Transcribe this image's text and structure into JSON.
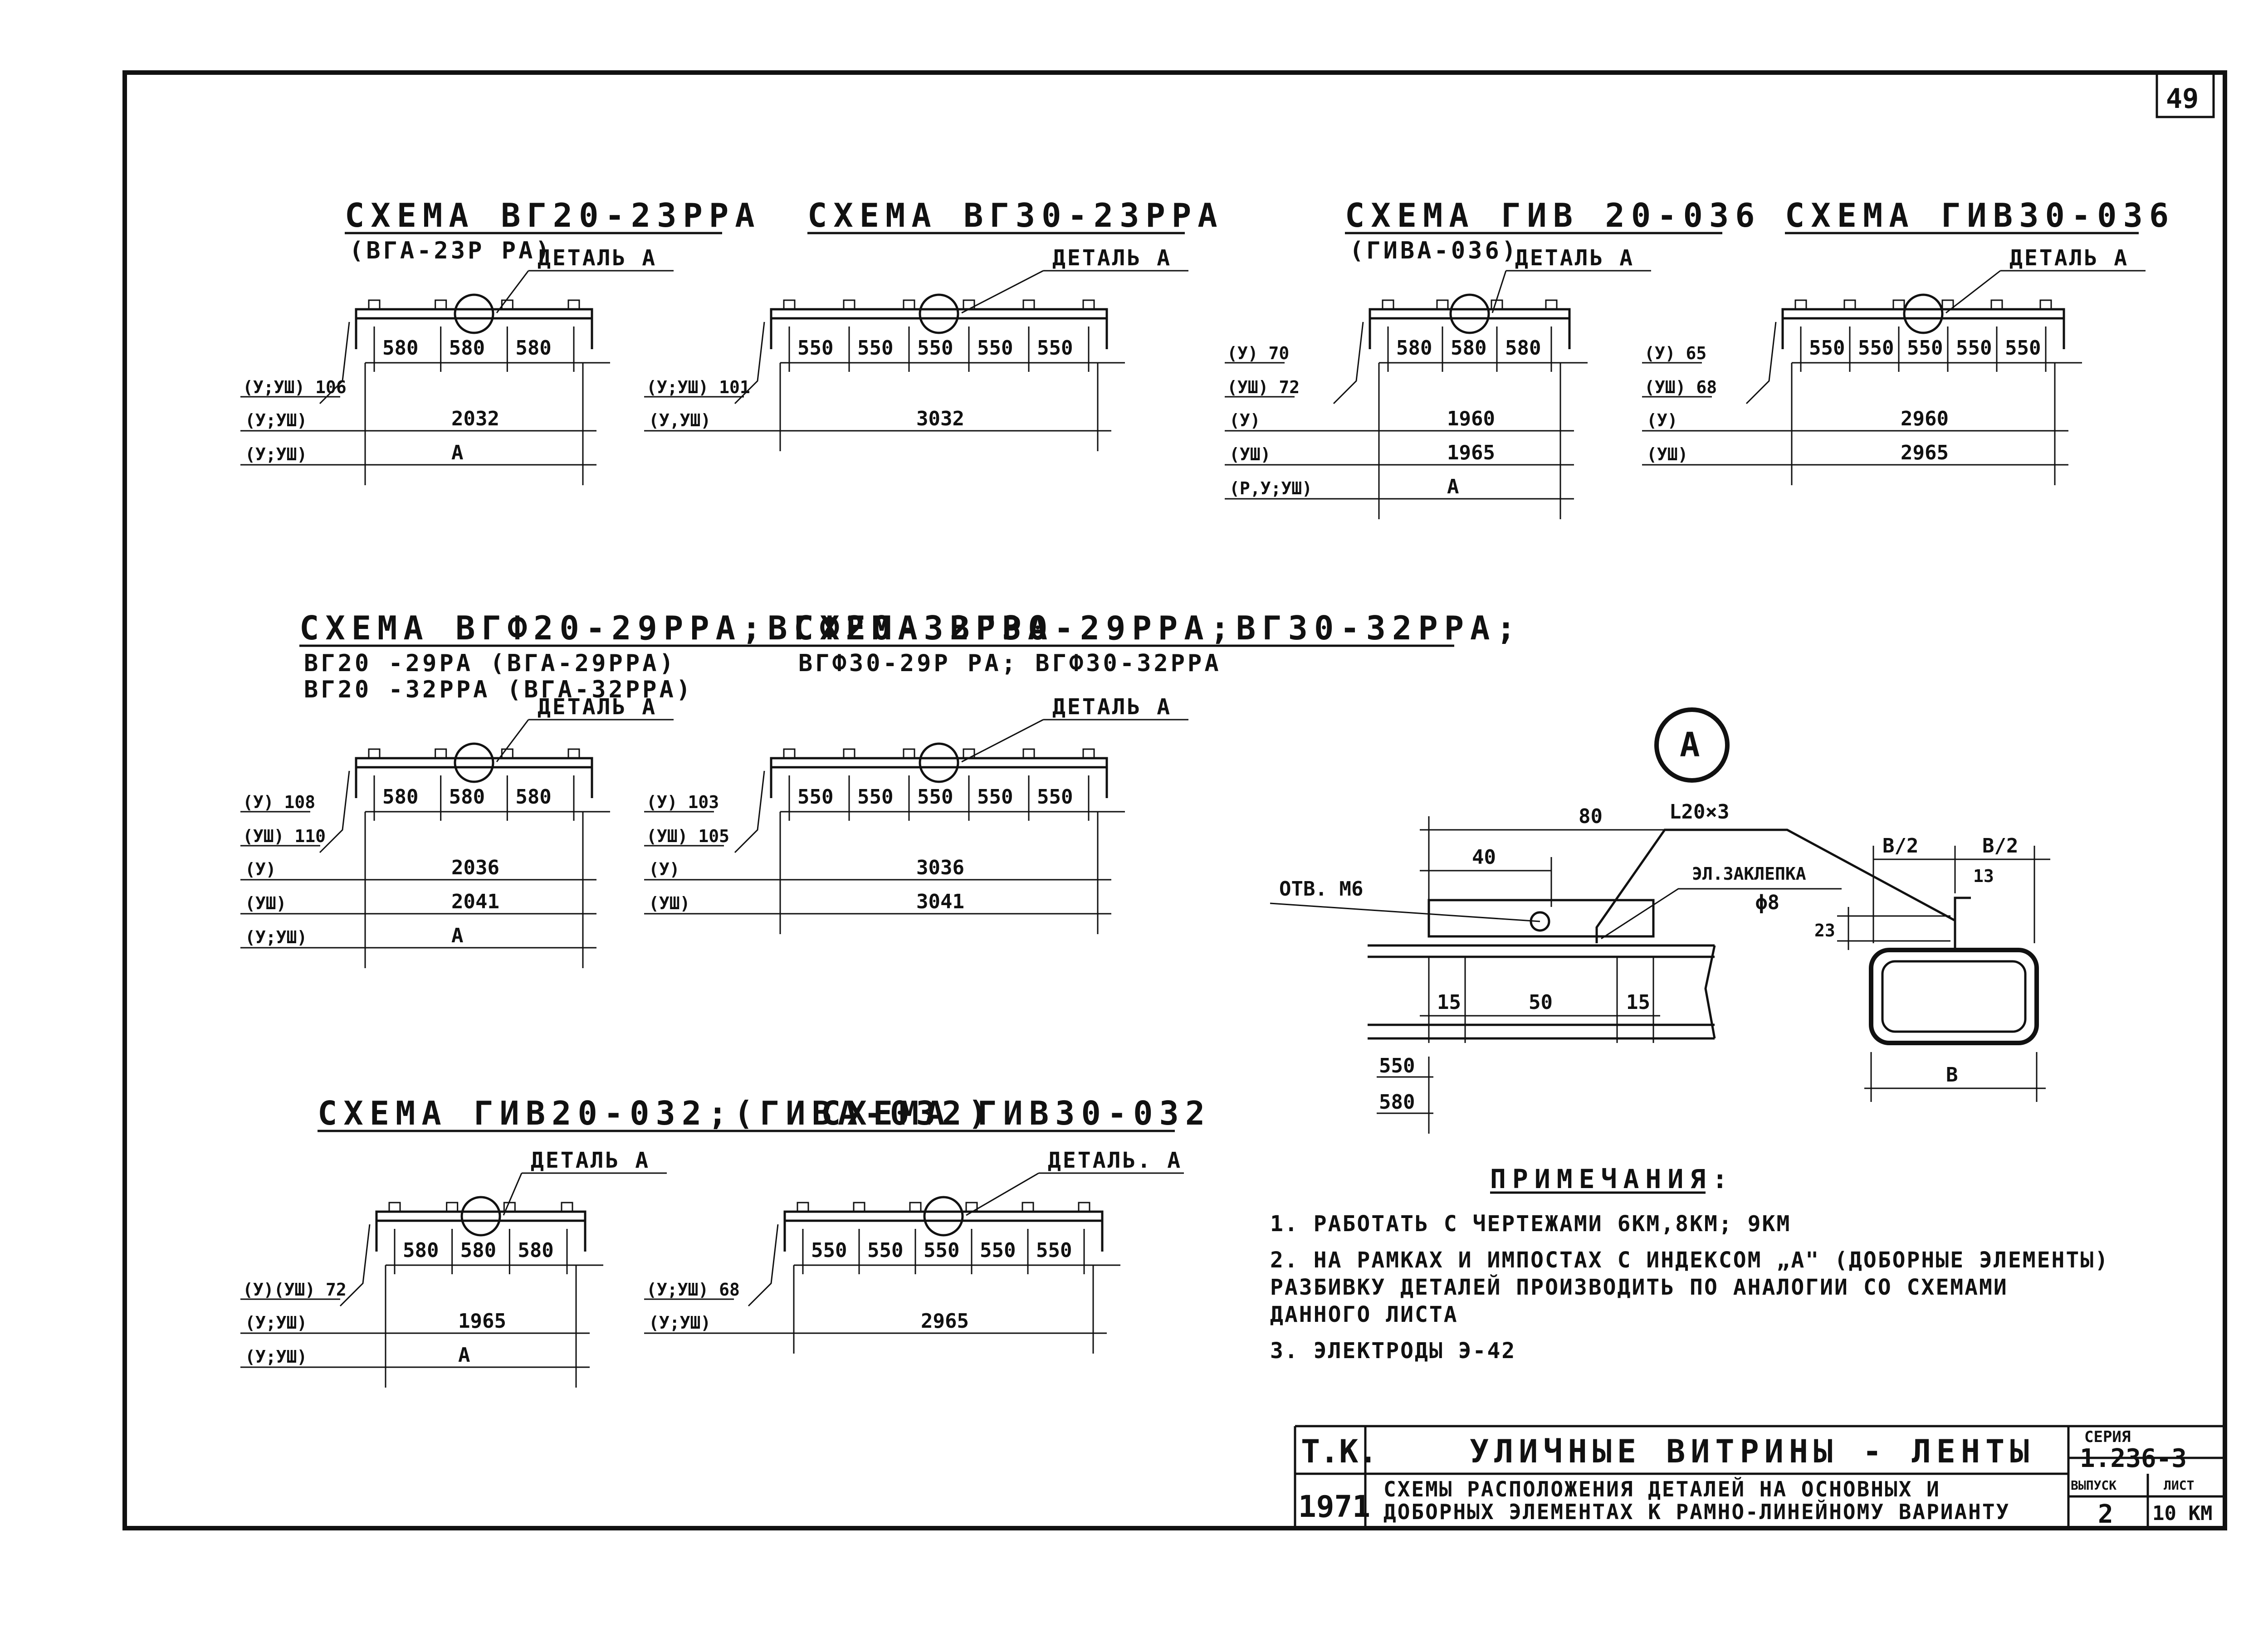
{
  "sheet": {
    "number": "49"
  },
  "schemes": [
    {
      "title": "СХЕМА ВГ20-23РРА",
      "subs": [
        "(ВГА-23Р РА)"
      ],
      "detail": "ДЕТАЛЬ А",
      "segs": [
        "580",
        "580",
        "580"
      ],
      "totals": [
        {
          "tag": "(У;УШ)",
          "val": "2032"
        },
        {
          "tag": "(У;УШ)",
          "val": "А"
        }
      ],
      "sides": [
        "(У;УШ) 106"
      ]
    },
    {
      "title": "СХЕМА ВГ30-23РРА",
      "subs": [],
      "detail": "ДЕТАЛЬ А",
      "segs": [
        "550",
        "550",
        "550",
        "550",
        "550"
      ],
      "totals": [
        {
          "tag": "(У,УШ)",
          "val": "3032"
        }
      ],
      "sides": [
        "(У;УШ) 101"
      ]
    },
    {
      "title": "СХЕМА ГИВ 20-036",
      "subs": [
        "(ГИВА-036)"
      ],
      "detail": "ДЕТАЛЬ А",
      "segs": [
        "580",
        "580",
        "580"
      ],
      "totals": [
        {
          "tag": "(У)",
          "val": "1960"
        },
        {
          "tag": "(УШ)",
          "val": "1965"
        },
        {
          "tag": "(Р,У;УШ)",
          "val": "А"
        }
      ],
      "sides": [
        "(У) 70",
        "(УШ) 72"
      ]
    },
    {
      "title": "СХЕМА ГИВ30-036",
      "subs": [],
      "detail": "ДЕТАЛЬ А",
      "segs": [
        "550",
        "550",
        "550",
        "550",
        "550"
      ],
      "totals": [
        {
          "tag": "(У)",
          "val": "2960"
        },
        {
          "tag": "(УШ)",
          "val": "2965"
        }
      ],
      "sides": [
        "(У) 65",
        "(УШ) 68"
      ]
    },
    {
      "title": "СХЕМА ВГФ20-29РРА;ВГФ20-32РРА",
      "subs": [
        "ВГ20 -29РА (ВГА-29РРА)",
        "ВГ20 -32РРА (ВГА-32РРА)"
      ],
      "detail": "ДЕТАЛЬ А",
      "segs": [
        "580",
        "580",
        "580"
      ],
      "totals": [
        {
          "tag": "(У)",
          "val": "2036"
        },
        {
          "tag": "(УШ)",
          "val": "2041"
        },
        {
          "tag": "(У;УШ)",
          "val": "А"
        }
      ],
      "sides": [
        "(У) 108",
        "(УШ) 110"
      ]
    },
    {
      "title": "СХЕМА ВГ30-29РРА;ВГ30-32РРА;",
      "subs": [
        "ВГФ30-29Р РА; ВГФ30-32РРА"
      ],
      "detail": "ДЕТАЛЬ А",
      "segs": [
        "550",
        "550",
        "550",
        "550",
        "550"
      ],
      "totals": [
        {
          "tag": "(У)",
          "val": "3036"
        },
        {
          "tag": "(УШ)",
          "val": "3041"
        }
      ],
      "sides": [
        "(У) 103",
        "(УШ) 105"
      ]
    },
    {
      "title": "СХЕМА ГИВ20-032;(ГИВА-032)",
      "subs": [],
      "detail": "ДЕТАЛЬ А",
      "segs": [
        "580",
        "580",
        "580"
      ],
      "totals": [
        {
          "tag": "(У;УШ)",
          "val": "1965"
        },
        {
          "tag": "(У;УШ)",
          "val": "А"
        }
      ],
      "sides": [
        "(У)(УШ) 72"
      ]
    },
    {
      "title": "СХЕМА ГИВ30-032",
      "subs": [],
      "detail": "ДЕТАЛЬ. А",
      "segs": [
        "550",
        "550",
        "550",
        "550",
        "550"
      ],
      "totals": [
        {
          "tag": "(У;УШ)",
          "val": "2965"
        }
      ],
      "sides": [
        "(У;УШ) 68"
      ]
    }
  ],
  "detail_a": {
    "marker": "А",
    "dim_80": "80",
    "dim_40": "40",
    "angle": "L20×3",
    "hole": "ОТВ. М6",
    "weld": "ЭЛ.ЗАКЛЕПКА",
    "weld_dia": "ϕ8",
    "dim_15a": "15",
    "dim_50": "50",
    "dim_15b": "15",
    "dim_550": "550",
    "dim_580": "580",
    "b2a": "В/2",
    "b2b": "В/2",
    "dim_13": "13",
    "dim_23": "23",
    "dim_b": "В"
  },
  "notes": {
    "title": "ПРИМЕЧАНИЯ:",
    "lines": [
      "1. РАБОТАТЬ С ЧЕРТЕЖАМИ 6КМ,8КМ; 9КМ",
      "2. НА РАМКАХ И ИМПОСТАХ С ИНДЕКСОМ „А\" (ДОБОРНЫЕ ЭЛЕМЕНТЫ)",
      "   РАЗБИВКУ ДЕТАЛЕЙ ПРОИЗВОДИТЬ ПО АНАЛОГИИ СО СХЕМАМИ",
      "   ДАННОГО ЛИСТА",
      "3. ЭЛЕКТРОДЫ Э-42"
    ]
  },
  "stamp": {
    "tk": "Т.К.",
    "year": "1971",
    "title": "УЛИЧНЫЕ ВИТРИНЫ - ЛЕНТЫ",
    "desc1": "СХЕМЫ РАСПОЛОЖЕНИЯ ДЕТАЛЕЙ НА ОСНОВНЫХ И",
    "desc2": "ДОБОРНЫХ ЭЛЕМЕНТАХ К РАМНО-ЛИНЕЙНОМУ ВАРИАНТУ",
    "series_label": "СЕРИЯ",
    "series": "1.236-3",
    "issue_label": "ВЫПУСК",
    "issue": "2",
    "sheet_label": "ЛИСТ",
    "sheet": "10 КМ"
  }
}
